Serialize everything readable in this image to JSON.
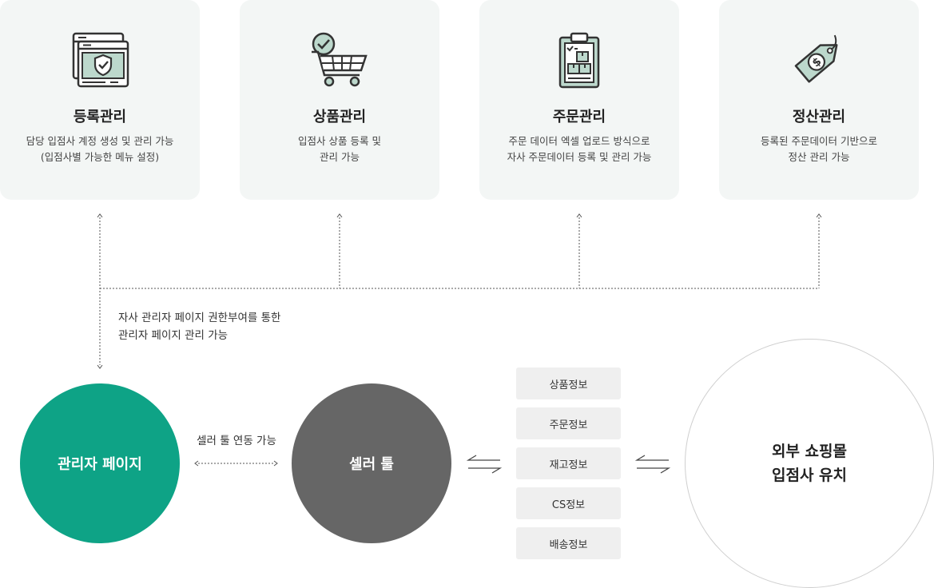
{
  "cards": [
    {
      "title": "등록관리",
      "desc": [
        "담당 입점사 계정 생성 및 관리 가능",
        "(입점사별 가능한 메뉴 설정)"
      ],
      "icon": "browser-shield-icon"
    },
    {
      "title": "상품관리",
      "desc": [
        "입점사 상품 등록 및",
        "관리 가능"
      ],
      "icon": "shopping-cart-check-icon"
    },
    {
      "title": "주문관리",
      "desc": [
        "주문 데이터 엑셀 업로드 방식으로",
        "자사 주문데이터 등록 및 관리 가능"
      ],
      "icon": "clipboard-boxes-icon"
    },
    {
      "title": "정산관리",
      "desc": [
        "등록된 주문데이터 기반으로",
        "정산 관리 가능"
      ],
      "icon": "price-tag-dollar-icon"
    }
  ],
  "caption": [
    "자사 관리자 페이지 권한부여를 통한",
    "관리자 페이지 관리 가능"
  ],
  "admin_circle": {
    "label": "관리자 페이지"
  },
  "link_label": "셀러 툴 연동 가능",
  "seller_circle": {
    "label": "셀러 툴"
  },
  "info_boxes": [
    "상품정보",
    "주문정보",
    "재고정보",
    "CS정보",
    "배송정보"
  ],
  "mall_circle": {
    "lines": [
      "외부 쇼핑몰",
      "입점사 유치"
    ]
  },
  "colors": {
    "card_bg": "#f3f6f5",
    "icon_fill": "#bcd8cc",
    "icon_stroke": "#333333",
    "admin_circle": "#0ea386",
    "seller_circle": "#666666",
    "info_box_bg": "#efefef",
    "connector": "#555555"
  }
}
